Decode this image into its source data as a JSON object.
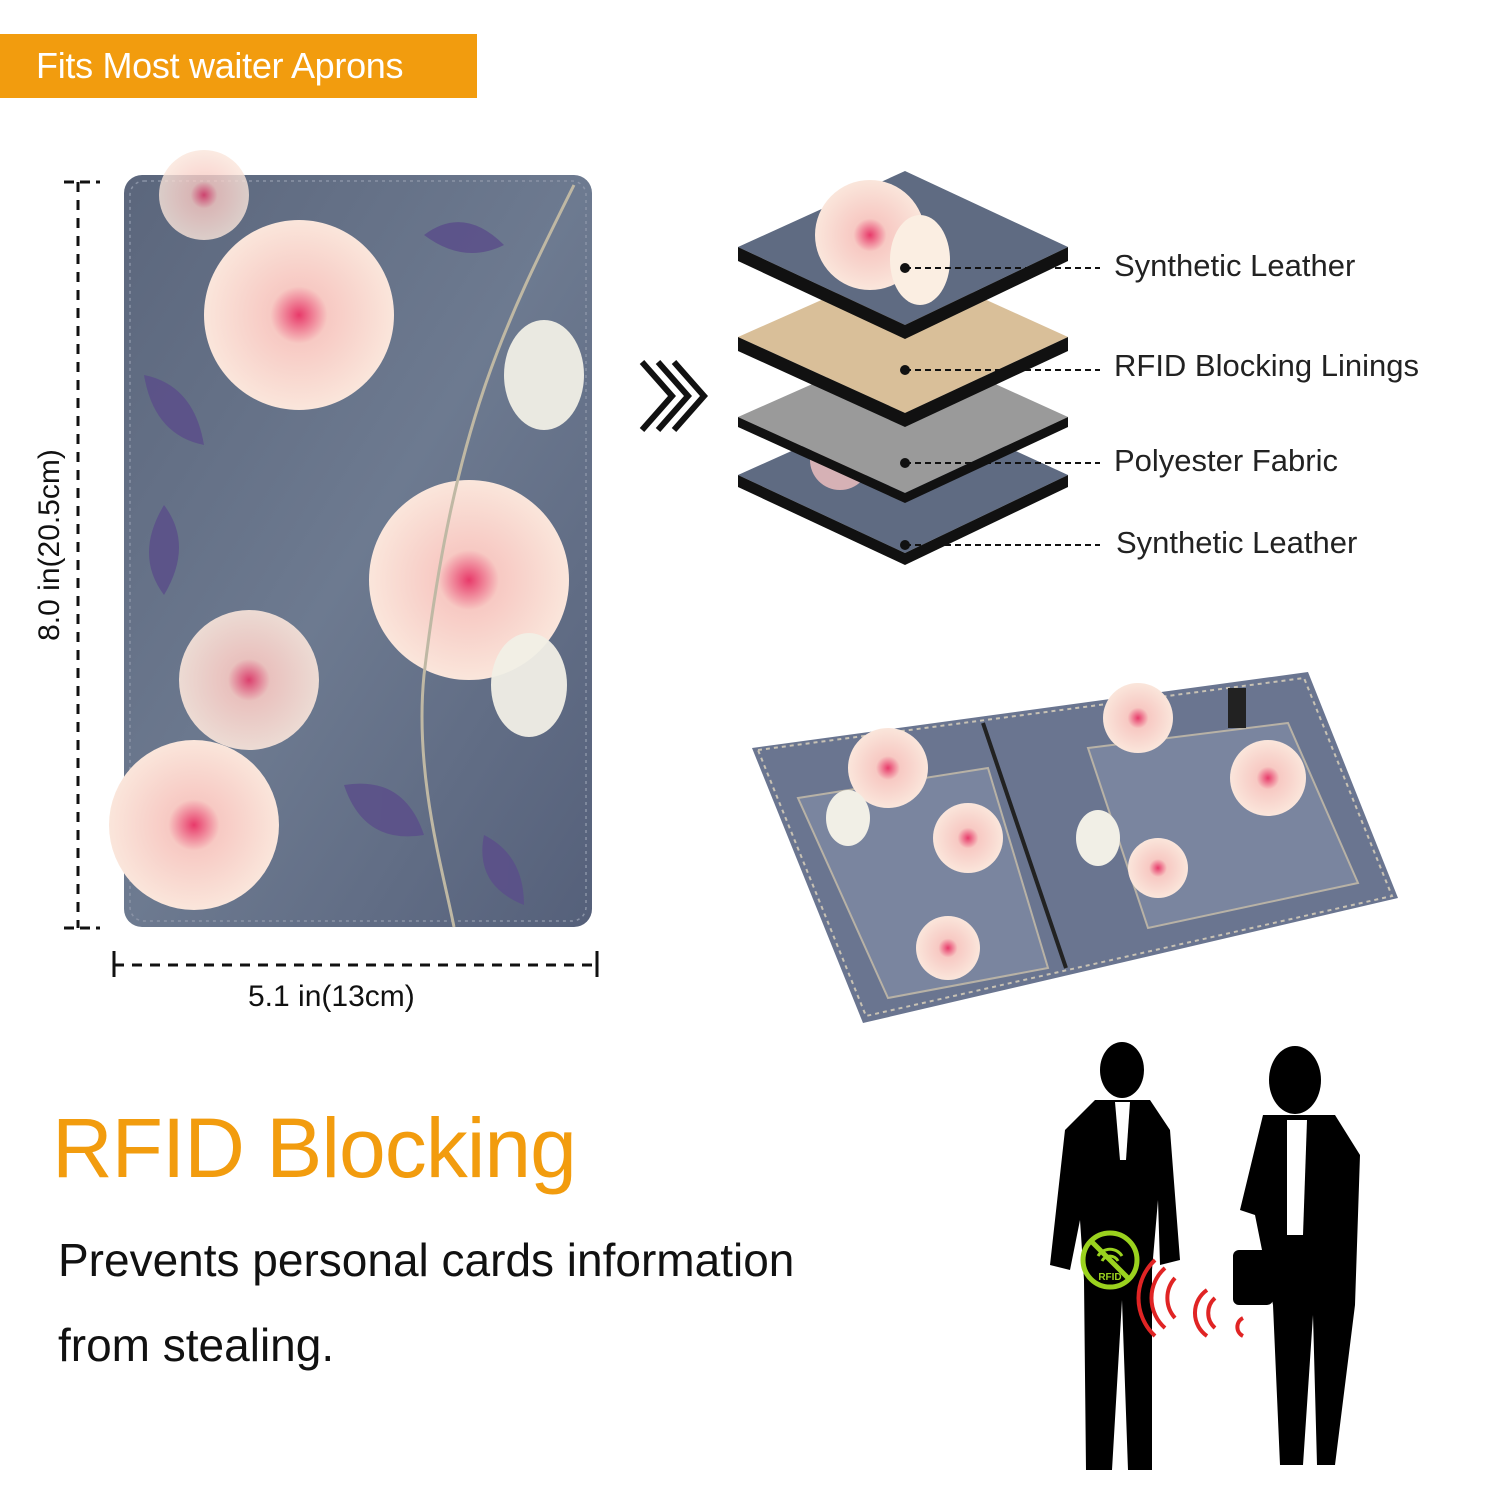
{
  "banner": {
    "text": "Fits Most waiter Aprons"
  },
  "dimensions": {
    "height_label": "8.0 in(20.5cm)",
    "width_label": "5.1 in(13cm)"
  },
  "layers": [
    {
      "label": "Synthetic Leather"
    },
    {
      "label": "RFID Blocking Linings"
    },
    {
      "label": "Polyester Fabric"
    },
    {
      "label": "Synthetic Leather"
    }
  ],
  "rfid_section": {
    "title": "RFID Blocking",
    "description_line1": "Prevents personal cards information",
    "description_line2": "from stealing.",
    "badge_text": "RFID"
  },
  "colors": {
    "accent": "#f29c0e",
    "cover_base": "#5d6a80",
    "lining_tan": "#d9bf99",
    "fabric_gray": "#9a9a9a",
    "signal_red": "#e02424",
    "badge_green": "#9ad21e"
  },
  "icons": [
    "triple-chevron-right-icon",
    "no-rfid-badge-icon",
    "signal-waves-icon"
  ]
}
